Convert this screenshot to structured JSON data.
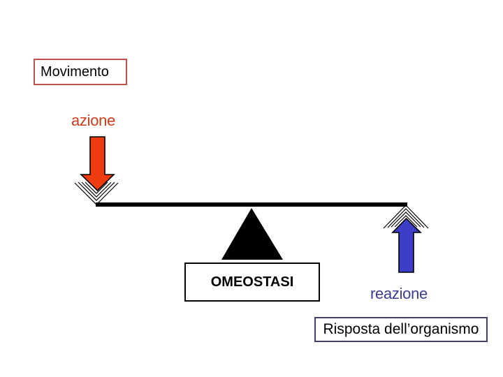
{
  "slide": {
    "background": "#FFFFFF",
    "movimento_box": {
      "label": "Movimento"
    },
    "action_label": {
      "text": "azione"
    },
    "reaction_label": {
      "text": "reazione"
    },
    "omeostasi_box": {
      "label": "OMEOSTASI"
    },
    "risposta_box": {
      "label": "Risposta dell’organismo"
    },
    "colors": {
      "movimento_border": "#C0504D",
      "azione_text": "#CC3D1A",
      "action_arrow_fill": "#EE3B0F",
      "reaction_arrow_fill": "#3D3DC8",
      "reazione_text": "#3C3C96",
      "risposta_border": "#404065",
      "beam": "#000000",
      "fulcrum": "#000000",
      "impact_lines": "#000000"
    }
  }
}
